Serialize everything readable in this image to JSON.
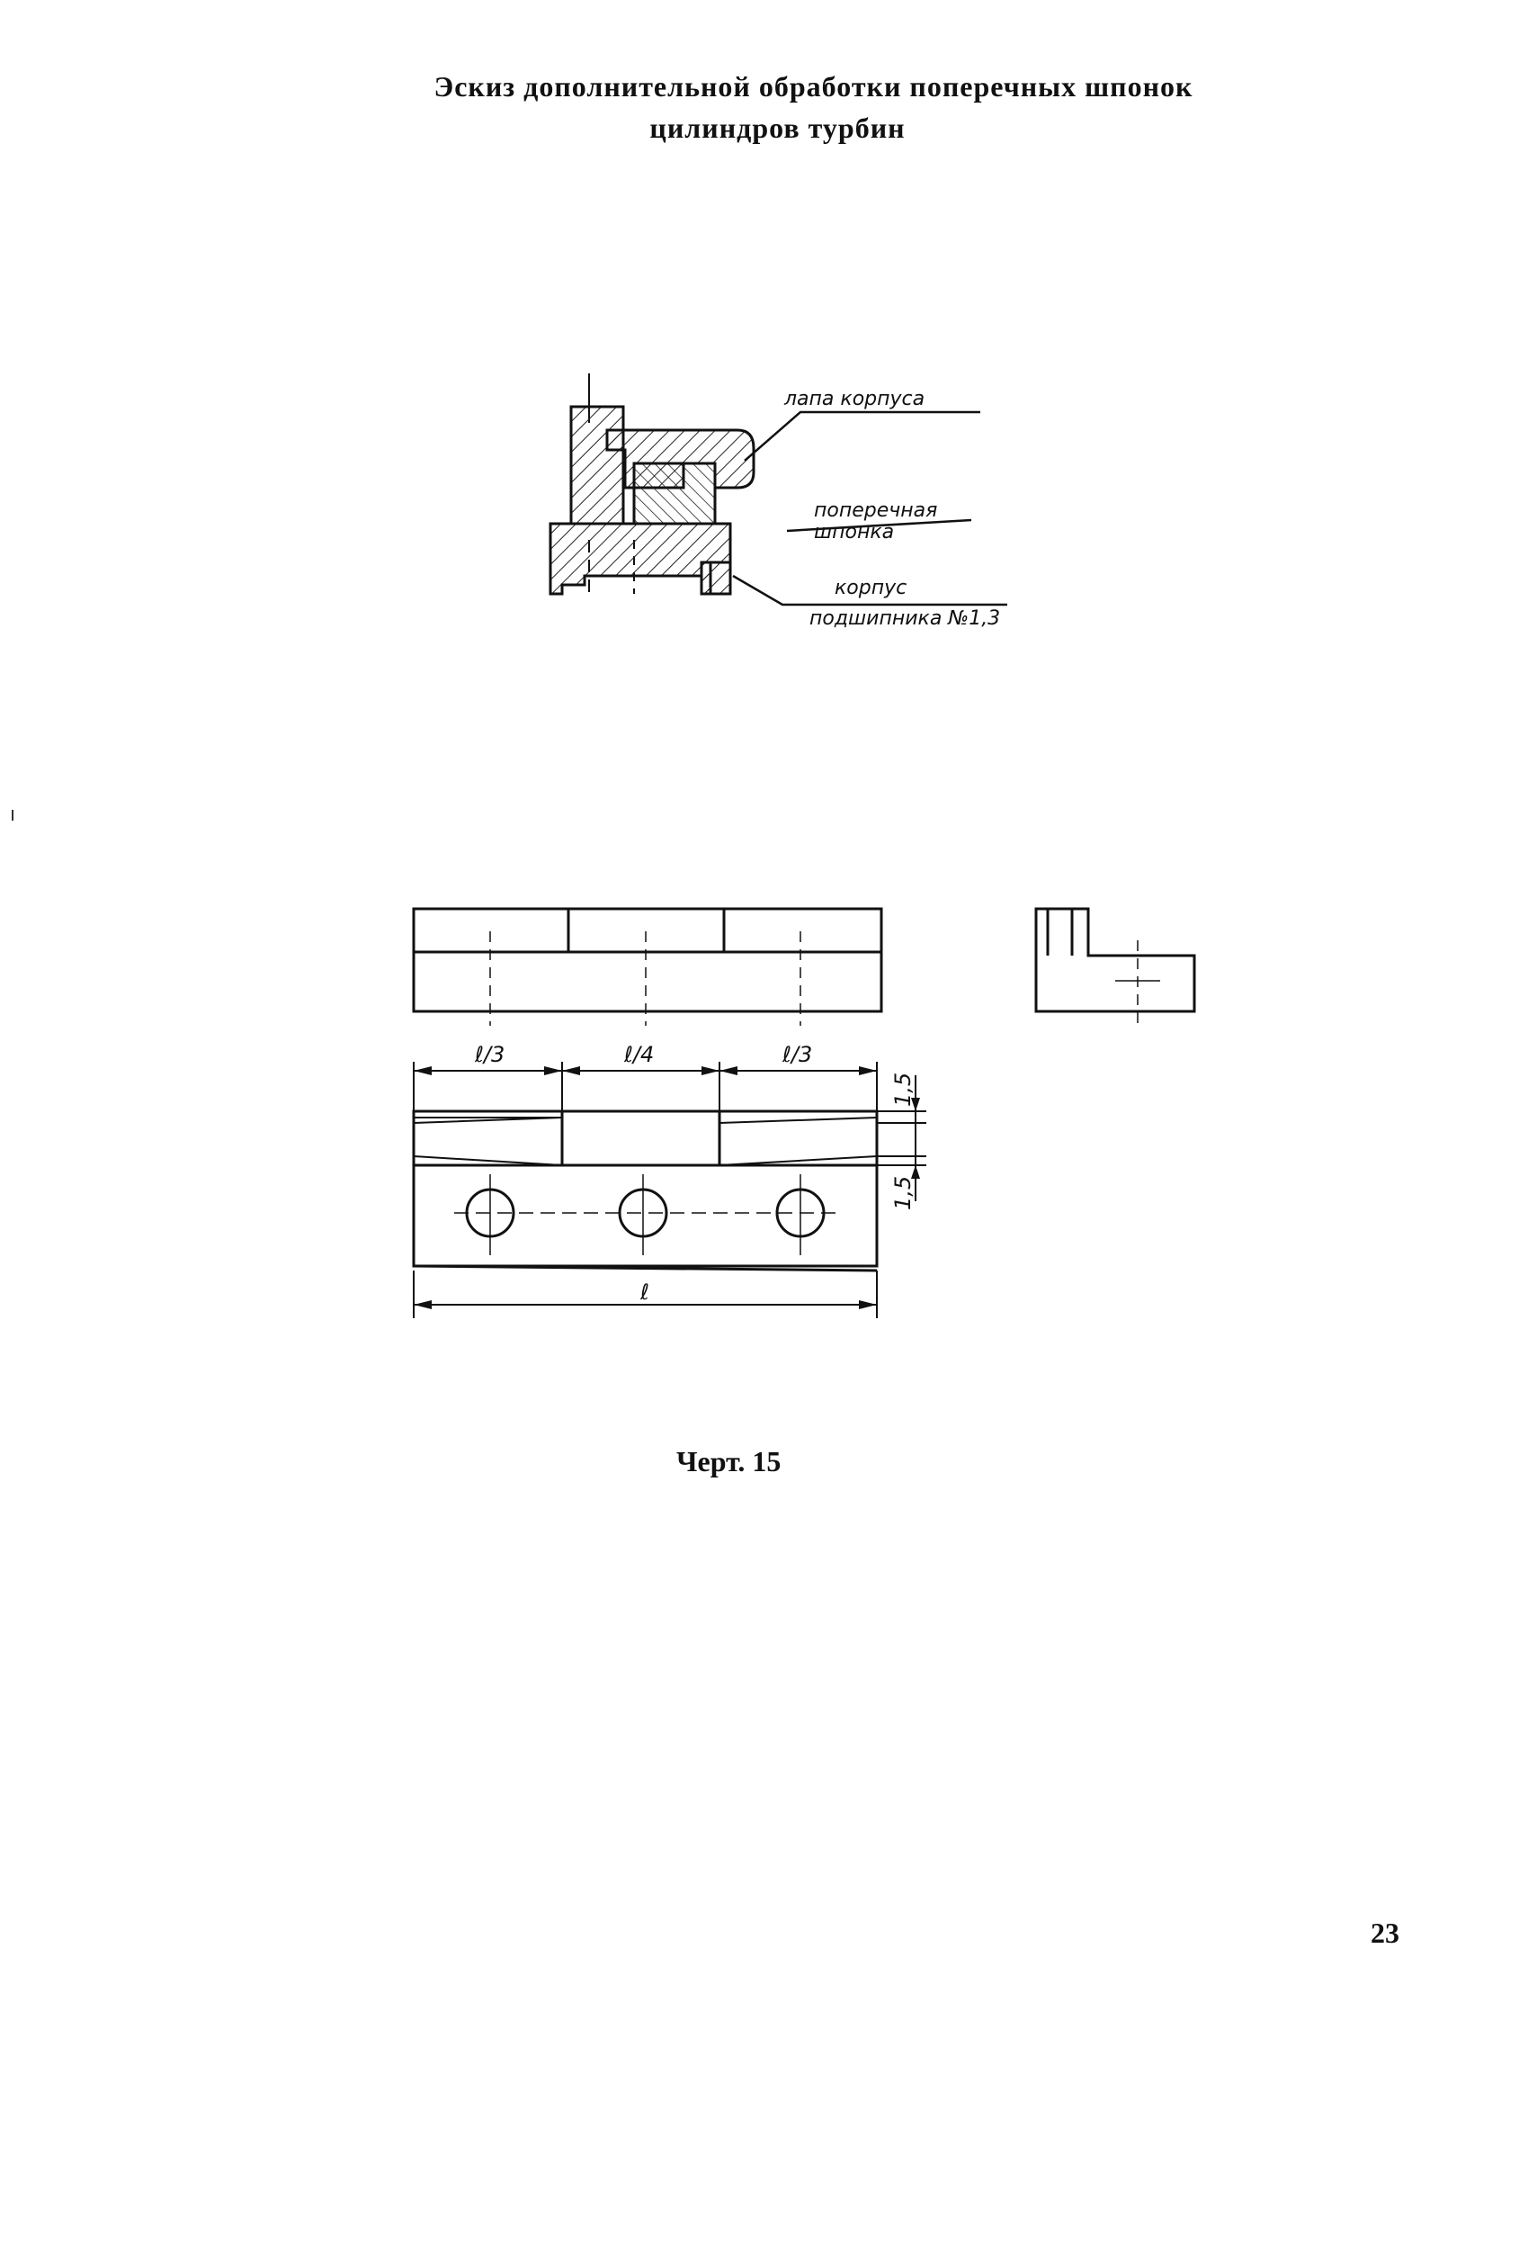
{
  "title": {
    "line1": "Эскиз дополнительной обработки поперечных шпонок",
    "line2": "цилиндров турбин"
  },
  "section_labels": {
    "casing_paw": "лапа корпуса",
    "cross_key_1": "поперечная",
    "cross_key_2": "шпонка",
    "bearing_body_1": "корпус",
    "bearing_body_2": "подшипника №1,3"
  },
  "dimensions": {
    "left_third": "ℓ/3",
    "middle": "ℓ/4",
    "right_third": "ℓ/3",
    "total_length": "ℓ",
    "offset_top": "1,5",
    "offset_bottom": "1,5"
  },
  "caption": "Черт. 15",
  "page_number": "23"
}
